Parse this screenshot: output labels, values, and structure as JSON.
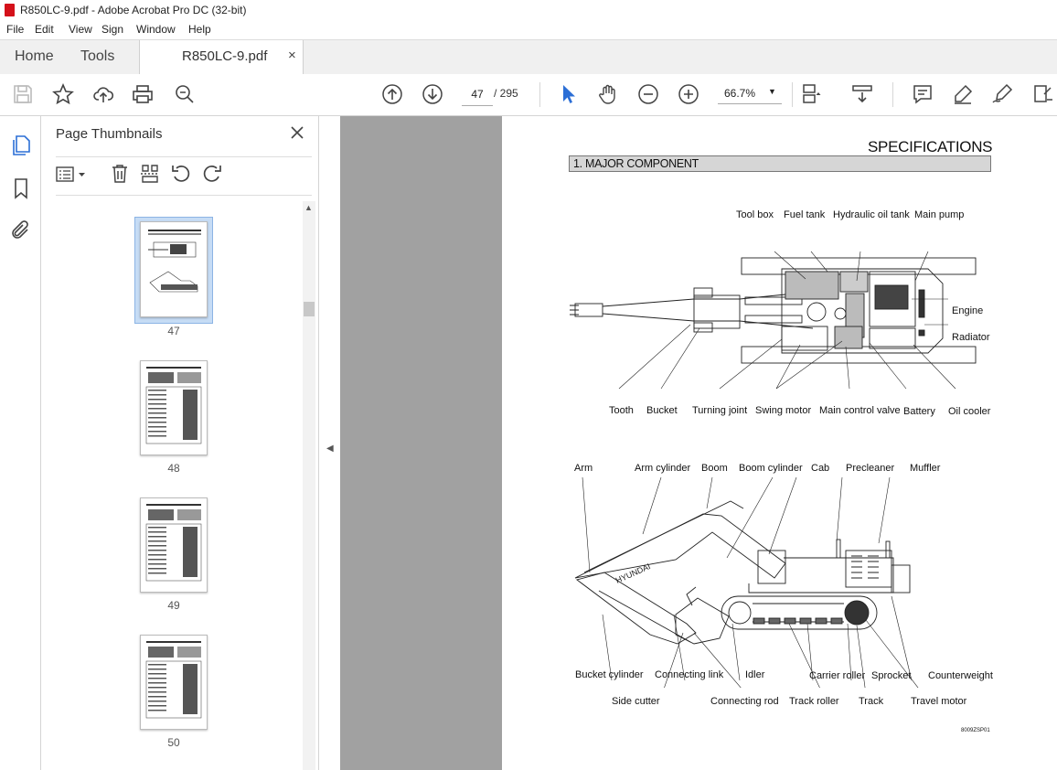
{
  "window": {
    "title": "R850LC-9.pdf - Adobe Acrobat Pro DC (32-bit)"
  },
  "menu": [
    "File",
    "Edit",
    "View",
    "Sign",
    "Window",
    "Help"
  ],
  "tabs": {
    "home": "Home",
    "tools": "Tools",
    "document": "R850LC-9.pdf",
    "close": "×"
  },
  "toolbar": {
    "current_page": "47",
    "total_pages": "/ 295",
    "zoom": "66.7%"
  },
  "thumbnails": {
    "title": "Page Thumbnails",
    "pages": [
      {
        "label": "47",
        "selected": true
      },
      {
        "label": "48",
        "selected": false
      },
      {
        "label": "49",
        "selected": false
      },
      {
        "label": "50",
        "selected": false
      }
    ]
  },
  "page": {
    "heading": "SPECIFICATIONS",
    "section": "1. MAJOR COMPONENT",
    "code": "8009ZSP01",
    "top_view_labels": {
      "tool_box": "Tool box",
      "fuel_tank": "Fuel tank",
      "hydraulic_oil_tank": "Hydraulic oil tank",
      "main_pump": "Main pump",
      "engine": "Engine",
      "radiator": "Radiator",
      "tooth": "Tooth",
      "bucket": "Bucket",
      "turning_joint": "Turning joint",
      "swing_motor": "Swing motor",
      "main_control_valve": "Main control valve",
      "battery": "Battery",
      "oil_cooler": "Oil cooler"
    },
    "side_view_labels": {
      "arm": "Arm",
      "arm_cylinder": "Arm cylinder",
      "boom": "Boom",
      "boom_cylinder": "Boom cylinder",
      "cab": "Cab",
      "precleaner": "Precleaner",
      "muffler": "Muffler",
      "bucket_cylinder": "Bucket cylinder",
      "connecting_link": "Connecting link",
      "idler": "Idler",
      "carrier_roller": "Carrier roller",
      "sprocket": "Sprocket",
      "counterweight": "Counterweight",
      "side_cutter": "Side cutter",
      "connecting_rod": "Connecting rod",
      "track_roller": "Track roller",
      "track": "Track",
      "travel_motor": "Travel motor"
    },
    "brand_on_boom": "HYUNDAI"
  },
  "colors": {
    "accent_blue": "#2c6fd6",
    "pdf_red": "#d4111a",
    "doc_bg": "#a1a1a1"
  }
}
